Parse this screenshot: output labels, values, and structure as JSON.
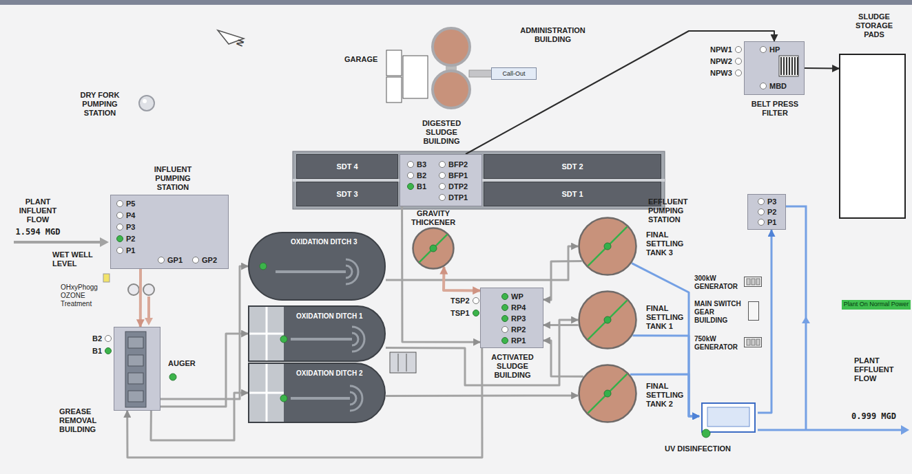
{
  "diagram": {
    "nodes": [
      {
        "text": [
          "DRY FORK PUMPING STATION"
        ]
      },
      {
        "text": [
          "GARAGE"
        ]
      },
      {
        "text": [
          "ADMINISTRATION BUILDING"
        ]
      },
      {
        "text": [
          "Call-Out"
        ],
        "in": 2
      },
      {
        "text": [
          "NPW1",
          "NPW2",
          "NPW3",
          "HP",
          "MBD",
          "BELT PRESS FILTER"
        ]
      },
      {
        "text": [
          "SLUDGE STORAGE PADS"
        ]
      },
      {
        "text": [
          "DIGESTED SLUDGE BUILDING",
          "B3",
          "B2",
          "B1",
          "BFP2",
          "BFP1",
          "DTP2",
          "DTP1"
        ]
      },
      {
        "text": [
          "SDT 4"
        ]
      },
      {
        "text": [
          "SDT 2"
        ]
      },
      {
        "text": [
          "SDT 3"
        ]
      },
      {
        "text": [
          "SDT 1"
        ]
      },
      {
        "text": [
          "INFLUENT PUMPING STATION",
          "P5",
          "P4",
          "P3",
          "P2",
          "P1",
          "GP1",
          "GP2"
        ]
      },
      {
        "text": [
          "OXIDATION DITCH 3"
        ]
      },
      {
        "text": [
          "GRAVITY THICKENER"
        ]
      },
      {
        "text": [
          "FINAL SETTLING TANK 3"
        ]
      },
      {
        "text": [
          "EFFLUENT PUMPING STATION",
          "P3",
          "P2",
          "P1"
        ]
      },
      {
        "text": [
          "300kW GENERATOR"
        ]
      },
      {
        "text": [
          "OXIDATION DITCH 1"
        ]
      },
      {
        "text": [
          "TSP2",
          "TSP1",
          "WP",
          "RP4",
          "RP3",
          "RP2",
          "RP1",
          "ACTIVATED SLUDGE BUILDING"
        ]
      },
      {
        "text": [
          "FINAL SETTLING TANK 1"
        ]
      },
      {
        "text": [
          "MAIN SWITCH GEAR BUILDING"
        ]
      },
      {
        "text": [
          "Plant On Normal Power"
        ]
      },
      {
        "text": [
          "B2",
          "B1",
          "GREASE REMOVAL BUILDING"
        ]
      },
      {
        "text": [
          "OXIDATION DITCH 2"
        ]
      },
      {
        "text": [
          "FINAL SETTLING TANK 2"
        ]
      },
      {
        "text": [
          "750kW GENERATOR"
        ]
      },
      {
        "text": [
          "UV DISINFECTION"
        ]
      }
    ],
    "edges": [
      {
        "from": 11,
        "to": 22,
        "arrow": "to"
      },
      {
        "from": 22,
        "to": 12,
        "arrow": "to"
      },
      {
        "from": 22,
        "to": 17,
        "arrow": "to"
      },
      {
        "from": 22,
        "to": 23,
        "arrow": "to"
      },
      {
        "from": 12,
        "to": 14,
        "arrow": "to"
      },
      {
        "from": 17,
        "to": 19,
        "arrow": "to"
      },
      {
        "from": 23,
        "to": 24,
        "arrow": "to"
      },
      {
        "from": 14,
        "to": 18,
        "arrow": "to"
      },
      {
        "from": 19,
        "to": 18,
        "arrow": "to"
      },
      {
        "from": 24,
        "to": 18,
        "arrow": "to"
      },
      {
        "from": 18,
        "to": 22,
        "arrow": "to"
      },
      {
        "from": 18,
        "to": 13,
        "arrow": "both"
      },
      {
        "from": 6,
        "to": 18,
        "arrow": "to"
      },
      {
        "from": 6,
        "to": 4,
        "arrow": "to"
      },
      {
        "from": 4,
        "to": 5,
        "arrow": "to"
      },
      {
        "from": 14,
        "to": 26,
        "arrow": "to"
      },
      {
        "from": 19,
        "to": 26,
        "arrow": "to"
      },
      {
        "from": 24,
        "to": 26,
        "arrow": "to"
      },
      {
        "from": 26,
        "to": 15,
        "arrow": "to"
      }
    ],
    "labels": [
      "N",
      "PLANT INFLUENT FLOW",
      "1.594 MGD",
      "WET WELL LEVEL",
      "OHxyPhogg OZONE Treatment",
      "AUGER",
      "PLANT EFFLUENT FLOW",
      "0.999 MGD"
    ]
  }
}
